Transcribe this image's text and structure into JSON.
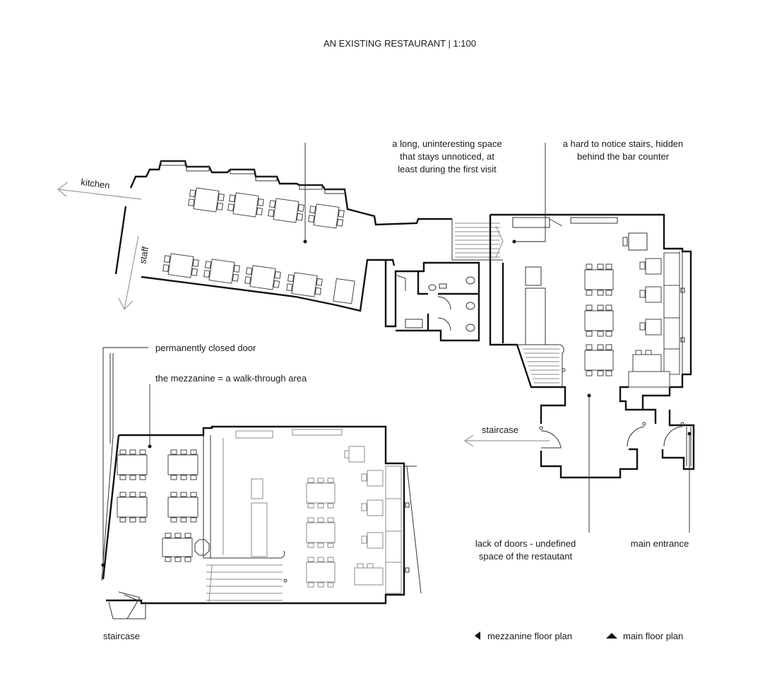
{
  "title": "AN EXISTING RESTAURANT | 1:100",
  "labels": {
    "kitchen": "kitchen",
    "staff": "staff",
    "staircase_right": "staircase",
    "staircase_bottom": "staircase",
    "main_entrance": "main entrance"
  },
  "annotations": {
    "long_space": [
      "a long, uninteresting space",
      "that stays unnoticed, at",
      "least during the first visit"
    ],
    "hidden_stairs": [
      "a hard to notice stairs, hidden",
      "behind the bar counter"
    ],
    "closed_door": "permanently closed door",
    "mezzanine": "the mezzanine = a walk-through area",
    "lack_of_doors": [
      "lack of doors - undefined",
      "space of the restautant"
    ]
  },
  "legend": {
    "mezzanine": "mezzanine floor plan",
    "main": "main floor plan"
  }
}
